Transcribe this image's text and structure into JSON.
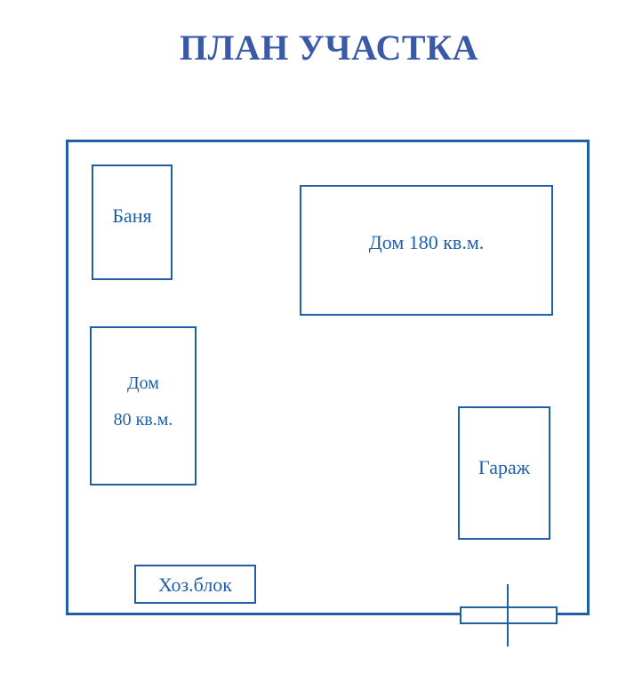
{
  "title": "ПЛАН УЧАСТКА",
  "buildings": {
    "banya": "Баня",
    "house_big": "Дом 180 кв.м.",
    "house_small_line1": "Дом",
    "house_small_line2": "80 кв.м.",
    "garage": "Гараж",
    "utility_block": "Хоз.блок"
  },
  "colors": {
    "title": "#3a5aa8",
    "lines": "#1f5fa8"
  },
  "icons": {
    "gate": "gate-icon"
  }
}
